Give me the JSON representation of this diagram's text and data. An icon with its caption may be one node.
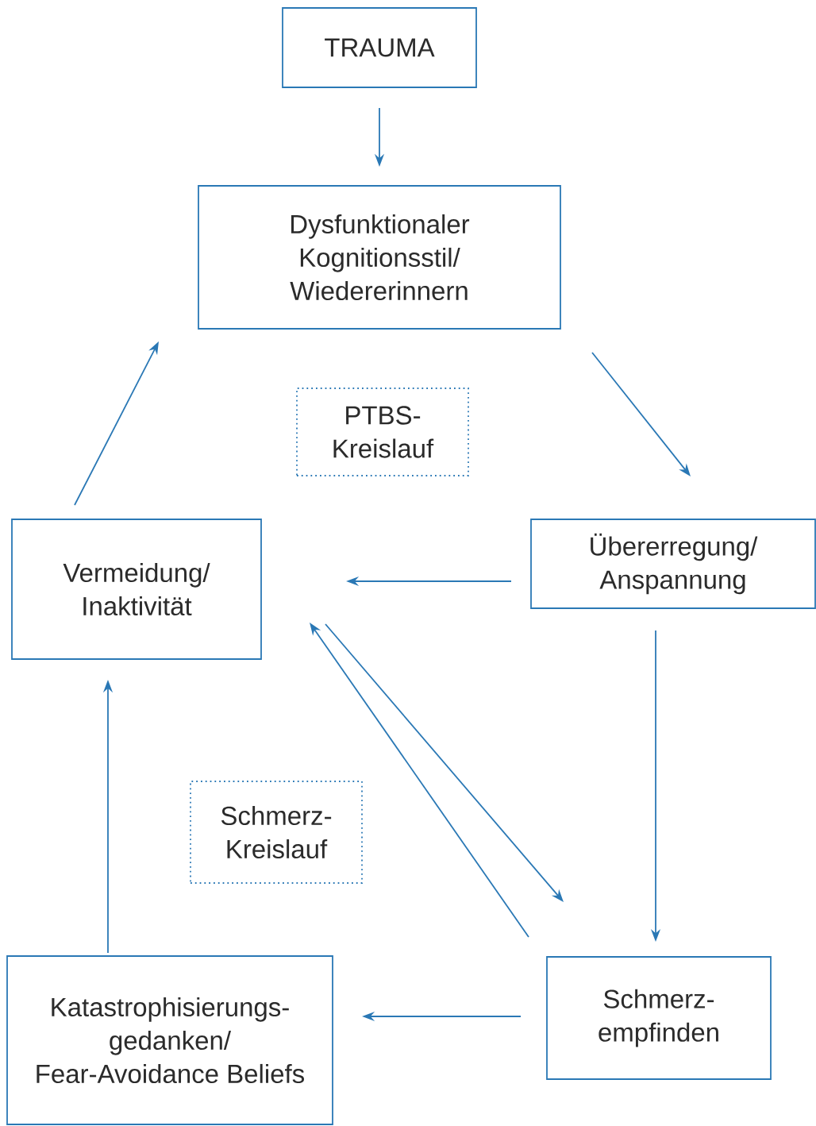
{
  "diagram": {
    "nodes": [
      {
        "text": [
          "TRAUMA"
        ]
      },
      {
        "text": [
          "Dysfunktionaler Kognitionsstil/ Wiedererinnern"
        ]
      },
      {
        "text": [
          "PTBS-Kreislauf"
        ]
      },
      {
        "text": [
          "Vermeidung/ Inaktivität"
        ]
      },
      {
        "text": [
          "Übererregung/ Anspannung"
        ]
      },
      {
        "text": [
          "Schmerz-Kreislauf"
        ]
      },
      {
        "text": [
          "Katastrophisierungs-gedanken/ Fear-Avoidance Beliefs"
        ]
      },
      {
        "text": [
          "Schmerz-empfinden"
        ]
      }
    ],
    "edges": [
      {
        "from": 0,
        "to": 1,
        "arrow": "to"
      },
      {
        "from": 1,
        "to": 4,
        "arrow": "to"
      },
      {
        "from": 4,
        "to": 3,
        "arrow": "to"
      },
      {
        "from": 4,
        "to": 7,
        "arrow": "to"
      },
      {
        "from": 3,
        "to": 7,
        "arrow": "to"
      },
      {
        "from": 7,
        "to": 3,
        "arrow": "to"
      },
      {
        "from": 7,
        "to": 6,
        "arrow": "to"
      },
      {
        "from": 6,
        "to": 3,
        "arrow": "to"
      },
      {
        "from": 3,
        "to": 1,
        "arrow": "to"
      }
    ]
  }
}
